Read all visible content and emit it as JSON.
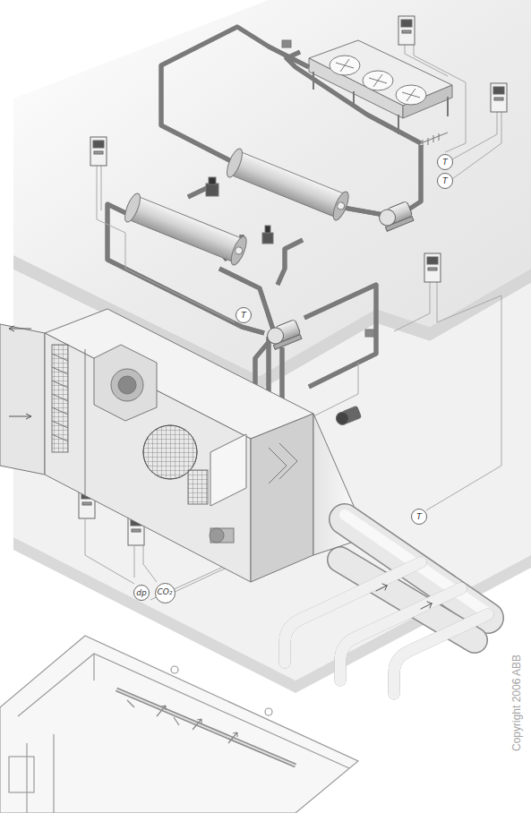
{
  "diagram": {
    "nodes": [
      {
        "text": [
          "T"
        ]
      },
      {
        "text": [
          "T"
        ]
      },
      {
        "text": [
          "T"
        ]
      },
      {
        "text": [
          "T"
        ]
      },
      {
        "text": [
          "dp"
        ]
      },
      {
        "text": [
          "CO₂"
        ]
      }
    ],
    "labels": [
      "Copyright 2006 ABB"
    ]
  }
}
